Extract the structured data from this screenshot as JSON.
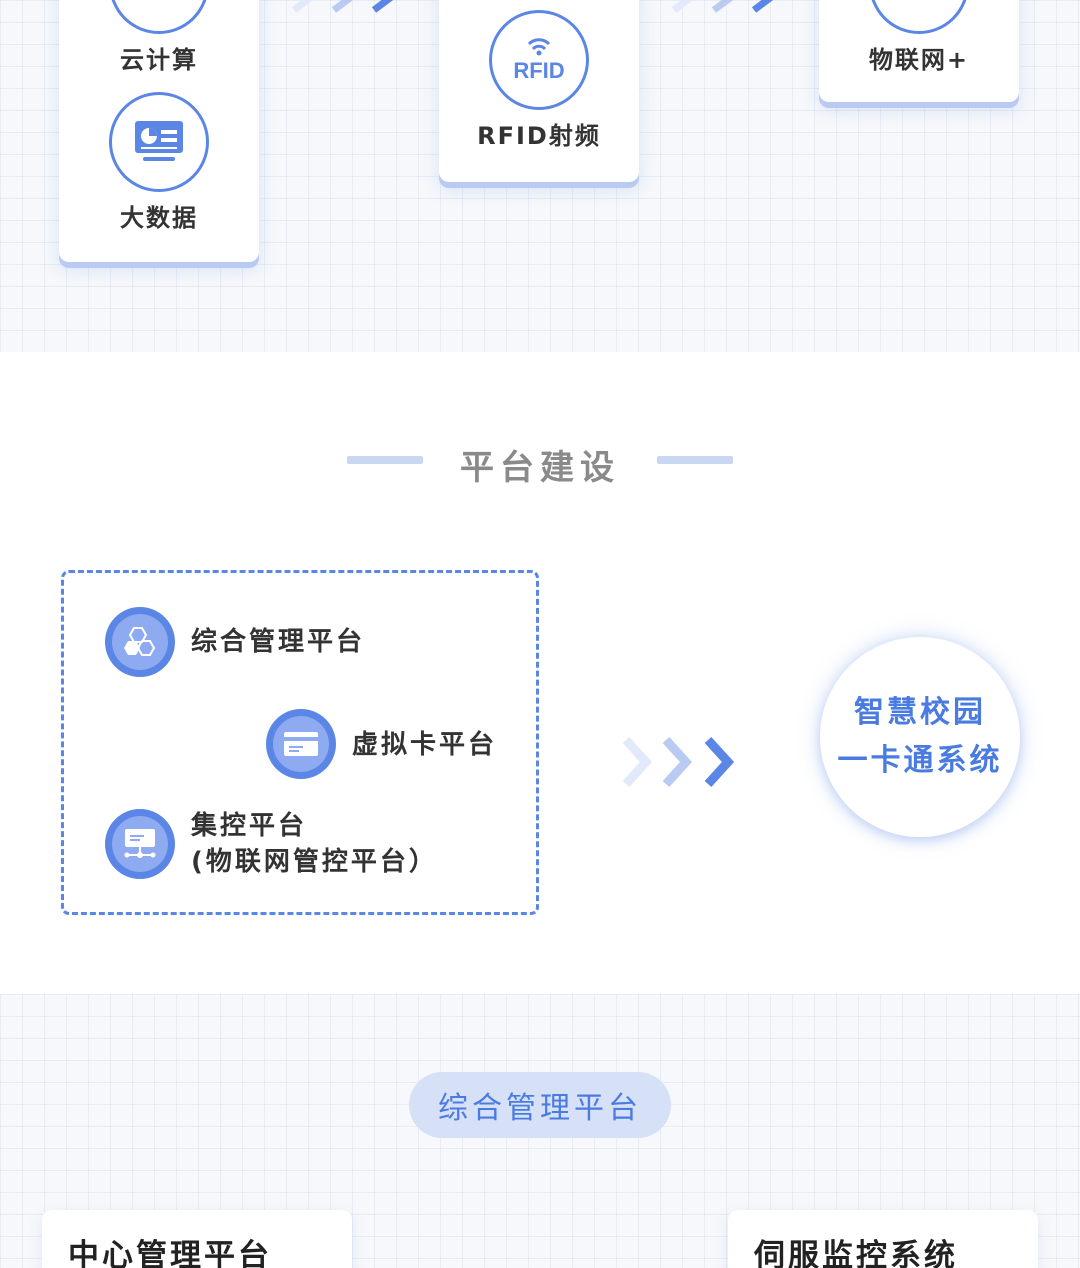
{
  "technologies": {
    "left_column": [
      {
        "label": "云计算",
        "icon": "cloud-computing-icon"
      },
      {
        "label": "大数据",
        "icon": "big-data-icon"
      }
    ],
    "middle": {
      "label": "RFID射频",
      "icon": "rfid-icon",
      "icon_text": "RFID"
    },
    "right": {
      "label": "物联网+",
      "icon": "iot-icon"
    }
  },
  "section": {
    "title": "平台建设"
  },
  "platforms": [
    {
      "label": "综合管理平台",
      "icon": "hexagon-network-icon"
    },
    {
      "label": "虚拟卡平台",
      "icon": "virtual-card-icon"
    },
    {
      "label_line1": "集控平台",
      "label_line2": "(物联网管控平台）",
      "icon": "monitor-hub-icon"
    }
  ],
  "target": {
    "line1": "智慧校园",
    "line2": "一卡通系统"
  },
  "subsection": {
    "pill": "综合管理平台"
  },
  "bottom_cards": [
    {
      "label": "中心管理平台"
    },
    {
      "label": "伺服监控系统"
    }
  ],
  "colors": {
    "accent": "#5b86e5",
    "accent_light": "#8eaaf0",
    "pill_bg": "#d6e1f8",
    "title_gray": "#8a8a8a"
  }
}
